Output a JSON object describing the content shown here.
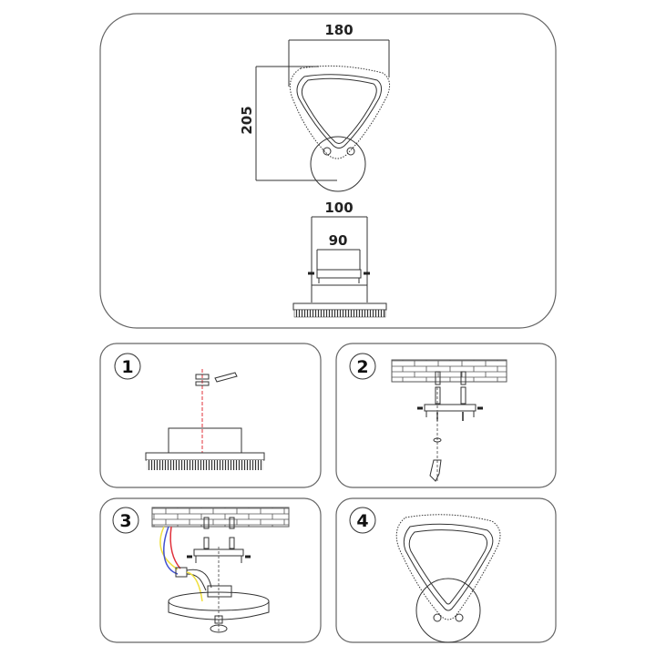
{
  "dimensions": {
    "width": "180",
    "height": "205",
    "base_width": "100",
    "bracket_width": "90"
  },
  "steps": [
    {
      "number": "1"
    },
    {
      "number": "2"
    },
    {
      "number": "3"
    },
    {
      "number": "4"
    }
  ],
  "colors": {
    "wire_red": "#e0303a",
    "wire_blue": "#4050d0",
    "wire_yellow": "#f0e040",
    "outline": "#333333"
  }
}
